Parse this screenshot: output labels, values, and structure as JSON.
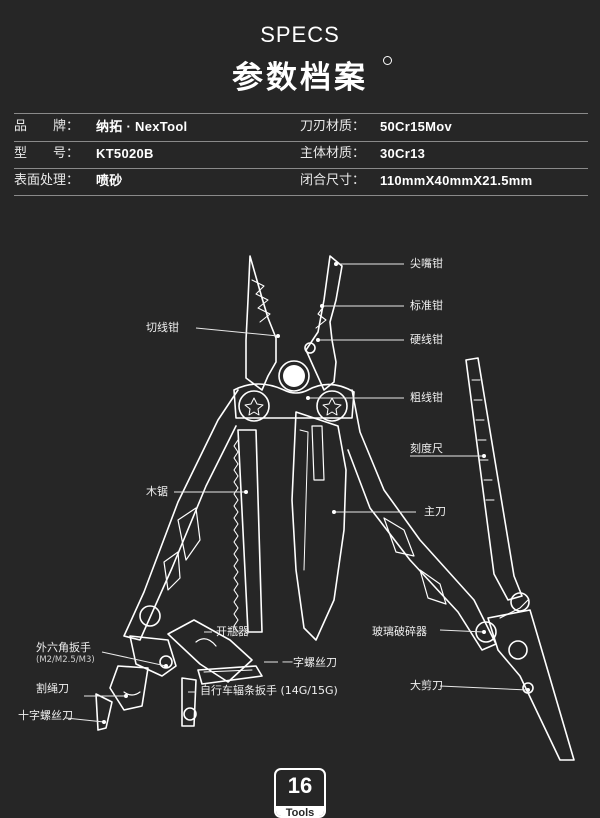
{
  "header": {
    "title_en": "SPECS",
    "title_cn": "参数档案"
  },
  "specs": [
    {
      "label": "品　　牌：",
      "value": "纳拓 · NexTool",
      "label2": "刀刃材质：",
      "value2": "50Cr15Mov"
    },
    {
      "label": "型　　号：",
      "value": "KT5020B",
      "label2": "主体材质：",
      "value2": "30Cr13"
    },
    {
      "label": "表面处理：",
      "value": "喷砂",
      "label2": "闭合尺寸：",
      "value2": "110mmX40mmX21.5mm"
    }
  ],
  "callouts": {
    "needle_nose_pliers": "尖嘴钳",
    "standard_pliers": "标准钳",
    "hard_wire_cutter": "硬线钳",
    "wire_cutter": "切线钳",
    "thick_wire_cutter": "粗线钳",
    "ruler": "刻度尺",
    "wood_saw": "木锯",
    "main_blade": "主刀",
    "bottle_opener": "开瓶器",
    "glass_breaker": "玻璃破碎器",
    "hex_wrench": "外六角扳手",
    "hex_wrench_sizes": "(M2/M2.5/M3)",
    "flathead_screwdriver": "一字螺丝刀",
    "rope_cutter": "割绳刀",
    "spoke_wrench": "自行车辐条扳手 (14G/15G)",
    "scissors": "大剪刀",
    "phillips_screwdriver": "十字螺丝刀"
  },
  "badge": {
    "count": "16",
    "word": "Tools"
  },
  "colors": {
    "background": "#262626",
    "foreground": "#ffffff",
    "rule": "#8a8a8a"
  }
}
